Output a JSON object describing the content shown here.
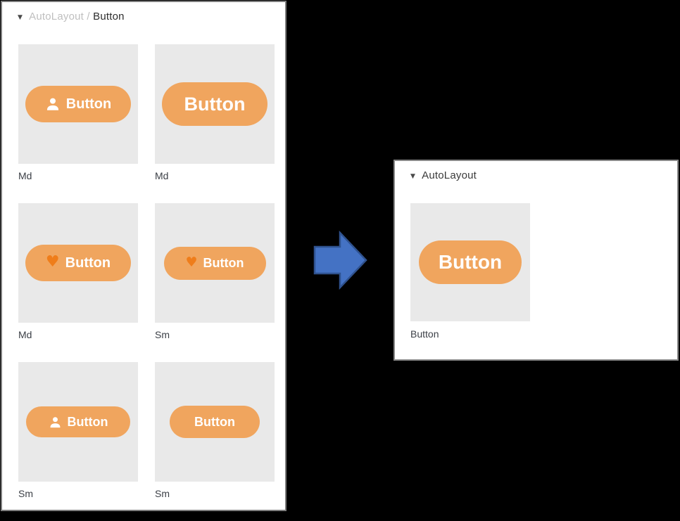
{
  "colors": {
    "button_orange": "#f0a55e",
    "cell_gray": "#e9e9e9",
    "arrow_blue": "#4472c4",
    "arrow_border": "#2f528f",
    "heart_orange": "#ef7d1a"
  },
  "left_panel": {
    "header": {
      "triangle": "▼",
      "path_prefix": "AutoLayout /",
      "path_current": "Button"
    },
    "variants": [
      {
        "label": "Md",
        "text": "Button",
        "icon": "person"
      },
      {
        "label": "Md",
        "text": "Button",
        "icon": "none"
      },
      {
        "label": "Md",
        "text": "Button",
        "icon": "heart"
      },
      {
        "label": "Sm",
        "text": "Button",
        "icon": "heart"
      },
      {
        "label": "Sm",
        "text": "Button",
        "icon": "person"
      },
      {
        "label": "Sm",
        "text": "Button",
        "icon": "none"
      }
    ]
  },
  "right_panel": {
    "header": {
      "triangle": "▼",
      "title": "AutoLayout"
    },
    "component": {
      "label": "Button",
      "text": "Button"
    }
  },
  "icons": {
    "heart_glyph": "♥"
  }
}
